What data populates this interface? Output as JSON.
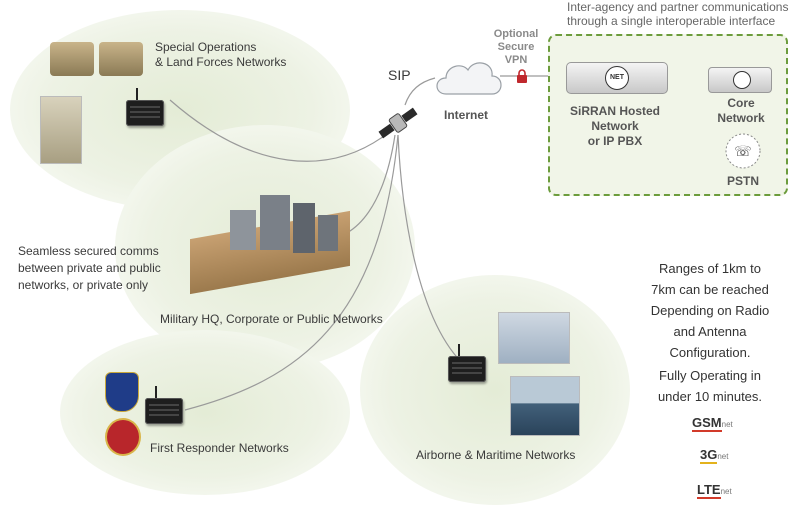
{
  "labels": {
    "special_ops": "Special Operations\n& Land Forces Networks",
    "sip": "SIP",
    "internet": "Internet",
    "optional_vpn": "Optional\nSecure\nVPN",
    "inter_agency": "Inter-agency and partner communications\nthrough a single interoperable interface",
    "sirran": "SiRRAN Hosted\nNetwork\nor IP PBX",
    "net_logo": "NET",
    "core_network": "Core\nNetwork",
    "pstn": "PSTN",
    "seamless": "Seamless secured comms\nbetween private and public\nnetworks, or private only",
    "military_hq": "Military HQ, Corporate or Public Networks",
    "first_responder": "First Responder Networks",
    "airborne": "Airborne & Maritime Networks",
    "range": "Ranges of 1km to\n7km can be reached\nDepending on Radio\nand Antenna\nConfiguration.",
    "fully_operating": "Fully Operating in\nunder 10 minutes."
  },
  "badges": [
    {
      "main": "GSM",
      "suffix": "net"
    },
    {
      "main": "3G",
      "suffix": "net"
    },
    {
      "main": "LTE",
      "suffix": "net"
    }
  ],
  "colors": {
    "green_dashed": "#6c9c3c",
    "lock_red": "#c0282d",
    "gsm_red": "#d23a2a",
    "g3_yellow": "#e3b21c"
  }
}
